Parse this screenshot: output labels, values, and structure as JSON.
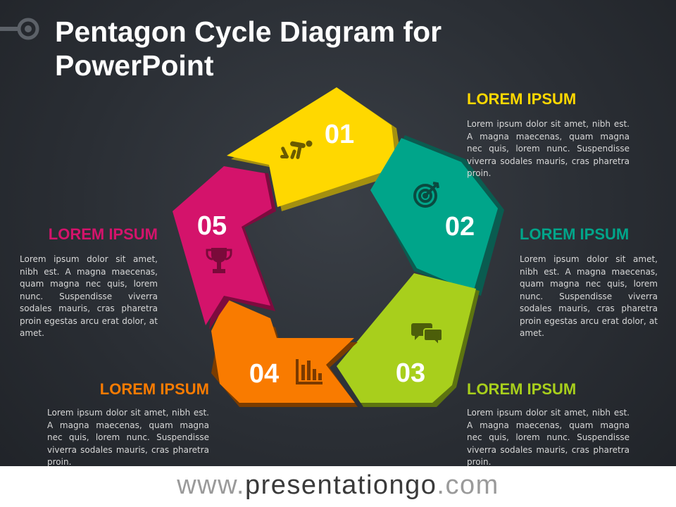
{
  "title": {
    "line1": "Pentagon Cycle Diagram for",
    "line2": "PowerPoint"
  },
  "segments": [
    {
      "number": "01",
      "color": "#ffd800",
      "icon": "runner-start-icon",
      "heading": "LOREM IPSUM",
      "heading_color": "#ffd800",
      "text": "Lorem ipsum dolor sit amet, nibh est. A magna maecenas, quam magna nec quis, lorem nunc. Suspendisse viverra sodales mauris, cras pharetra proin."
    },
    {
      "number": "02",
      "color": "#00a58a",
      "icon": "target-icon",
      "heading": "LOREM IPSUM",
      "heading_color": "#00a58a",
      "text": "Lorem ipsum dolor sit amet, nibh est. A magna maecenas, quam magna nec quis, lorem nunc. Suspendisse viverra sodales mauris, cras pharetra proin egestas arcu erat dolor, at amet."
    },
    {
      "number": "03",
      "color": "#a8cf1c",
      "icon": "chat-bubbles-icon",
      "heading": "LOREM IPSUM",
      "heading_color": "#a8cf1c",
      "text": "Lorem ipsum dolor sit amet, nibh est. A magna maecenas, quam magna nec quis, lorem nunc. Suspendisse viverra sodales mauris, cras pharetra proin."
    },
    {
      "number": "04",
      "color": "#f97b00",
      "icon": "bar-chart-icon",
      "heading": "LOREM IPSUM",
      "heading_color": "#f97b00",
      "text": "Lorem ipsum dolor sit amet, nibh est. A magna maecenas, quam magna nec quis, lorem nunc. Suspendisse viverra sodales mauris, cras pharetra proin."
    },
    {
      "number": "05",
      "color": "#d4136b",
      "icon": "trophy-icon",
      "heading": "LOREM IPSUM",
      "heading_color": "#d4136b",
      "text": "Lorem ipsum dolor sit amet, nibh est. A magna maecenas, quam magna nec quis, lorem nunc. Suspendisse viverra sodales mauris, cras pharetra proin egestas arcu erat dolor, at amet."
    }
  ],
  "footer": {
    "prefix": "www.",
    "brand": "presentationgo",
    "suffix": ".com"
  }
}
